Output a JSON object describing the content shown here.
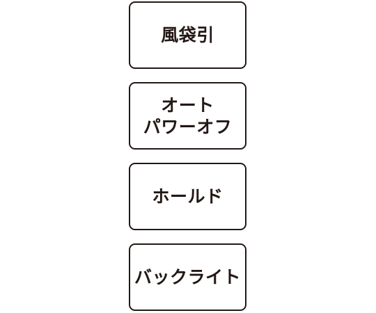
{
  "buttons": [
    {
      "lines": [
        "風袋引"
      ]
    },
    {
      "lines": [
        "オート",
        "パワーオフ"
      ]
    },
    {
      "lines": [
        "ホールド"
      ]
    },
    {
      "lines": [
        "バックライト"
      ]
    }
  ],
  "colors": {
    "border": "#231815",
    "text": "#231815",
    "background": "#ffffff"
  }
}
